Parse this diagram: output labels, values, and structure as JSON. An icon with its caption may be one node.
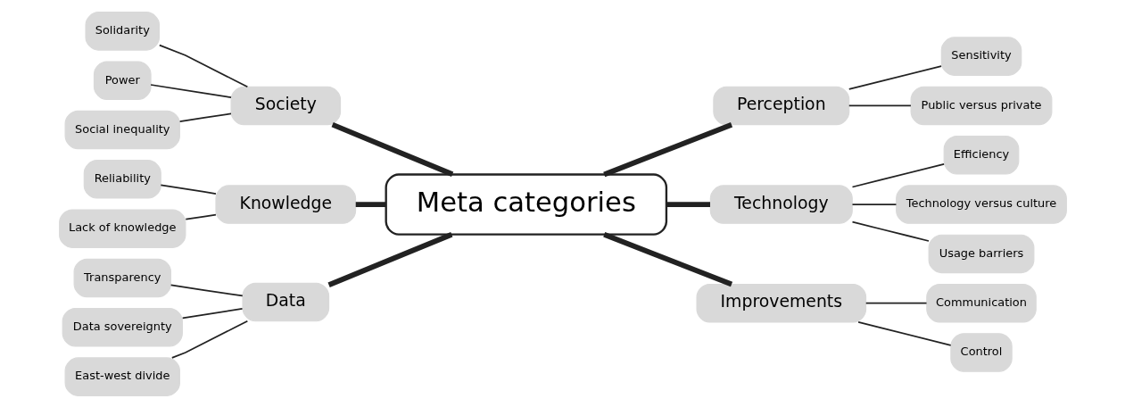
{
  "diagram": {
    "nodes": [
      {
        "text": [
          "Solidarity"
        ]
      },
      {
        "text": [
          "Power"
        ]
      },
      {
        "text": [
          "Social inequality"
        ]
      },
      {
        "text": [
          "Society"
        ]
      },
      {
        "text": [
          "Perception"
        ]
      },
      {
        "text": [
          "Sensitivity"
        ]
      },
      {
        "text": [
          "Public versus private"
        ]
      },
      {
        "text": [
          "Reliability"
        ]
      },
      {
        "text": [
          "Lack of knowledge"
        ]
      },
      {
        "text": [
          "Knowledge"
        ]
      },
      {
        "text": [
          "Meta categories"
        ]
      },
      {
        "text": [
          "Technology"
        ]
      },
      {
        "text": [
          "Efficiency"
        ]
      },
      {
        "text": [
          "Technology versus culture"
        ]
      },
      {
        "text": [
          "Usage barriers"
        ]
      },
      {
        "text": [
          "Transparency"
        ]
      },
      {
        "text": [
          "Data sovereignty"
        ]
      },
      {
        "text": [
          "East-west divide"
        ]
      },
      {
        "text": [
          "Data"
        ]
      },
      {
        "text": [
          "Improvements"
        ]
      },
      {
        "text": [
          "Communication"
        ]
      },
      {
        "text": [
          "Control"
        ]
      }
    ],
    "edges": [
      {
        "from": 0,
        "to": 3,
        "arrow": "none"
      },
      {
        "from": 1,
        "to": 3,
        "arrow": "none"
      },
      {
        "from": 2,
        "to": 3,
        "arrow": "none"
      },
      {
        "from": 3,
        "to": 10,
        "arrow": "none",
        "style": "thick"
      },
      {
        "from": 10,
        "to": 4,
        "arrow": "none",
        "style": "thick"
      },
      {
        "from": 4,
        "to": 5,
        "arrow": "none"
      },
      {
        "from": 4,
        "to": 6,
        "arrow": "none"
      },
      {
        "from": 7,
        "to": 9,
        "arrow": "none"
      },
      {
        "from": 8,
        "to": 9,
        "arrow": "none"
      },
      {
        "from": 9,
        "to": 10,
        "arrow": "none",
        "style": "thick"
      },
      {
        "from": 10,
        "to": 11,
        "arrow": "none",
        "style": "thick"
      },
      {
        "from": 11,
        "to": 12,
        "arrow": "none"
      },
      {
        "from": 11,
        "to": 13,
        "arrow": "none"
      },
      {
        "from": 11,
        "to": 14,
        "arrow": "none"
      },
      {
        "from": 15,
        "to": 18,
        "arrow": "none"
      },
      {
        "from": 16,
        "to": 18,
        "arrow": "none"
      },
      {
        "from": 17,
        "to": 18,
        "arrow": "none"
      },
      {
        "from": 18,
        "to": 10,
        "arrow": "none",
        "style": "thick"
      },
      {
        "from": 10,
        "to": 19,
        "arrow": "none",
        "style": "thick"
      },
      {
        "from": 19,
        "to": 20,
        "arrow": "none"
      },
      {
        "from": 19,
        "to": 21,
        "arrow": "none"
      }
    ]
  }
}
